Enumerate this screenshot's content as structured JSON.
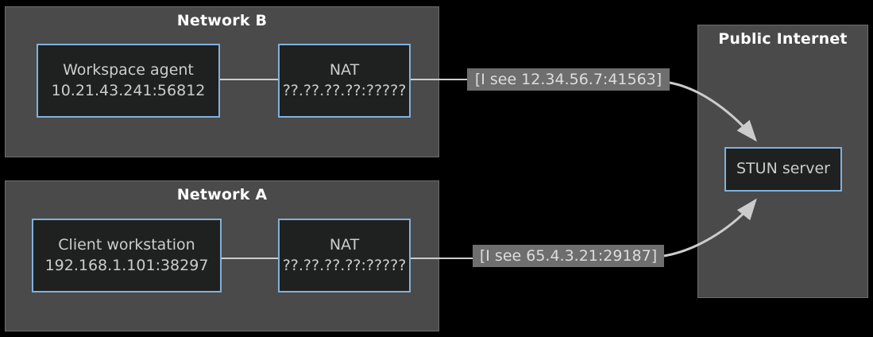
{
  "diagram": {
    "type": "network-nat-stun-flowchart",
    "background_color": "#000000",
    "subgraph_fill": "#4a4a4a",
    "node_fill": "#1f2020",
    "node_border_color": "#81b1db",
    "edge_color": "#cccccc",
    "edge_label_fill": "#6e6e6e",
    "text_color": "#cccccc",
    "title_color": "#ffffff"
  },
  "groups": [
    {
      "id": "network-b",
      "title": "Network B",
      "nodes": [
        {
          "id": "workspace-agent",
          "line1": "Workspace agent",
          "line2": "10.21.43.241:56812"
        },
        {
          "id": "nat-b",
          "line1": "NAT",
          "line2": "??.??.??.??:?????"
        }
      ]
    },
    {
      "id": "network-a",
      "title": "Network A",
      "nodes": [
        {
          "id": "client-workstation",
          "line1": "Client workstation",
          "line2": "192.168.1.101:38297"
        },
        {
          "id": "nat-a",
          "line1": "NAT",
          "line2": "??.??.??.??:?????"
        }
      ]
    },
    {
      "id": "public-internet",
      "title": "Public Internet",
      "nodes": [
        {
          "id": "stun-server",
          "line1": "STUN server",
          "line2": ""
        }
      ]
    }
  ],
  "edges": [
    {
      "id": "nat-b-to-stun",
      "label": "[I see 12.34.56.7:41563]",
      "from": "nat-b",
      "to": "stun-server",
      "arrow": true
    },
    {
      "id": "nat-a-to-stun",
      "label": "[I see 65.4.3.21:29187]",
      "from": "nat-a",
      "to": "stun-server",
      "arrow": true
    }
  ]
}
